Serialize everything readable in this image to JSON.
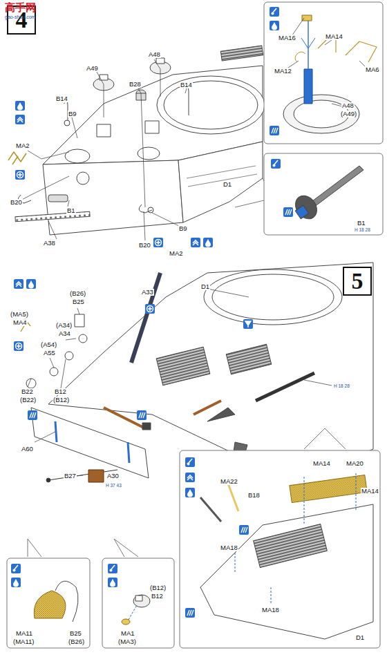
{
  "diagram": {
    "nodes": [
      {
        "text": [
          "4"
        ]
      },
      {
        "text": [
          "5"
        ]
      }
    ],
    "labels": [
      "高手网",
      "gao-shou.com",
      "A48",
      "A49",
      "B28",
      "B14",
      "B14",
      "B9",
      "MA2",
      "B20",
      "B1",
      "A38",
      "D1",
      "B9",
      "B20",
      "MA2",
      "MA16",
      "MA14",
      "MA12",
      "MA6",
      "A48",
      "(A49)",
      "B1",
      "H 18 28",
      "(MA5)",
      "MA4",
      "(B26)",
      "B25",
      "(A34)",
      "A34",
      "(A54)",
      "A55",
      "A33",
      "D1",
      "B22",
      "(B22)",
      "B12",
      "(B12)",
      "A60",
      "B27",
      "A30",
      "H 37 43",
      "B18",
      "H 18 28",
      "MA22",
      "MA14",
      "MA20",
      "MA14",
      "MA18",
      "MA18",
      "D1",
      "MA11",
      "(MA11)",
      "B25",
      "(B26)",
      "(B12)",
      "B12",
      "MA1",
      "(MA3)"
    ]
  }
}
